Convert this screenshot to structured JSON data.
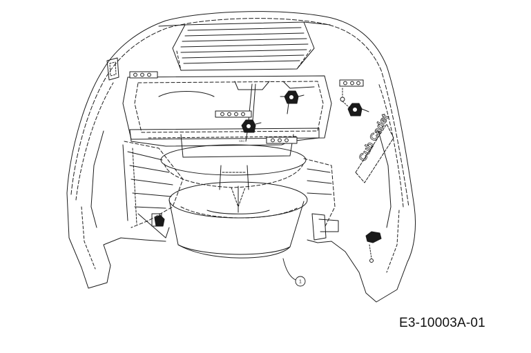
{
  "drawing": {
    "reference_code": "E3-10003A-01",
    "callouts": [
      {
        "label": "1"
      }
    ],
    "brand_logo_text": "Cub Cadet",
    "small_marking": "SRC"
  }
}
